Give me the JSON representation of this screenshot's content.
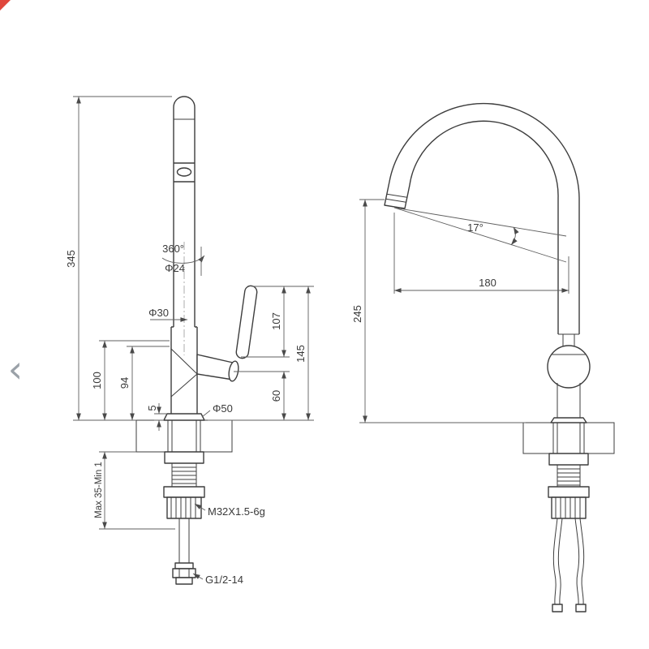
{
  "colors": {
    "background": "#ffffff",
    "line": "#3d3d3d",
    "dimension_line": "#5f5f5f",
    "corner_accent": "#e0473c"
  },
  "nav": {
    "prev_arrow": "‹"
  },
  "left_view": {
    "dims": {
      "overall_height": "345",
      "rotation": "360°",
      "spout_diameter": "Φ24",
      "body_diameter": "Φ30",
      "height_100": "100",
      "height_94": "94",
      "flange_5": "5",
      "handle_107": "107",
      "handle_145": "145",
      "handle_60": "60",
      "base_diameter": "Φ50",
      "deck_range": "Max 35-Min 1",
      "thread_spec": "M32X1.5-6g",
      "inlet_spec": "G1/2-14"
    }
  },
  "right_view": {
    "dims": {
      "outlet_angle": "17°",
      "reach_180": "180",
      "height_245": "245"
    }
  }
}
